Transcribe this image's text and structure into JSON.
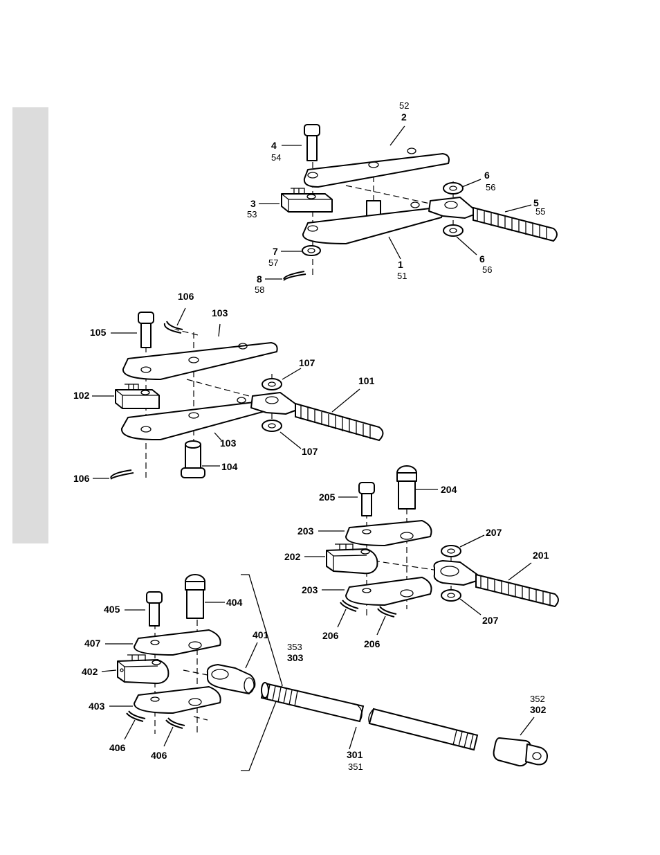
{
  "sidebar_color": "#dcdcdc",
  "groups": [
    {
      "name": "assembly-1",
      "callouts": [
        "1",
        "51",
        "2",
        "52",
        "3",
        "53",
        "4",
        "54",
        "5",
        "55",
        "6",
        "56",
        "6",
        "56",
        "7",
        "57",
        "8",
        "58"
      ]
    },
    {
      "name": "assembly-100",
      "callouts": [
        "101",
        "102",
        "103",
        "103",
        "104",
        "105",
        "106",
        "106",
        "107",
        "107"
      ]
    },
    {
      "name": "assembly-200",
      "callouts": [
        "201",
        "202",
        "203",
        "203",
        "204",
        "205",
        "206",
        "206",
        "207",
        "207"
      ]
    },
    {
      "name": "assembly-300",
      "callouts": [
        "301",
        "351",
        "302",
        "352",
        "303",
        "353"
      ]
    },
    {
      "name": "assembly-400",
      "callouts": [
        "401",
        "402",
        "403",
        "404",
        "405",
        "406",
        "406",
        "407"
      ]
    }
  ],
  "labels": {
    "l52": "52",
    "l2": "2",
    "l4": "4",
    "l54": "54",
    "l3": "3",
    "l53": "53",
    "l6a": "6",
    "l56a": "56",
    "l5": "5",
    "l55": "55",
    "l7": "7",
    "l57": "57",
    "l1": "1",
    "l51": "51",
    "l6b": "6",
    "l56b": "56",
    "l8": "8",
    "l58": "58",
    "l106a": "106",
    "l103a": "103",
    "l105": "105",
    "l107a": "107",
    "l101": "101",
    "l102": "102",
    "l103b": "103",
    "l107b": "107",
    "l104": "104",
    "l106b": "106",
    "l205": "205",
    "l204": "204",
    "l203a": "203",
    "l207a": "207",
    "l201": "201",
    "l202": "202",
    "l203b": "203",
    "l207b": "207",
    "l206a": "206",
    "l206b": "206",
    "l405": "405",
    "l404": "404",
    "l407": "407",
    "l401": "401",
    "l353": "353",
    "l303": "303",
    "l402": "402",
    "l403": "403",
    "l406a": "406",
    "l406b": "406",
    "l352": "352",
    "l302": "302",
    "l301": "301",
    "l351": "351"
  }
}
